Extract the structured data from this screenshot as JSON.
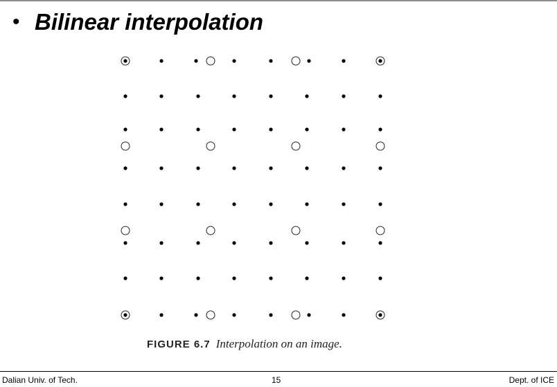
{
  "slide": {
    "bullet": "•",
    "title": "Bilinear interpolation"
  },
  "figure": {
    "caption_label": "FIGURE 6.7",
    "caption_text": "Interpolation on an image."
  },
  "footer": {
    "left": "Dalian Univ. of Tech.",
    "page": "15",
    "right": "Dept. of ICE"
  },
  "colors": {
    "dot": "#000000",
    "circle_stroke": "#222222",
    "rule": "#8c8c8c"
  }
}
